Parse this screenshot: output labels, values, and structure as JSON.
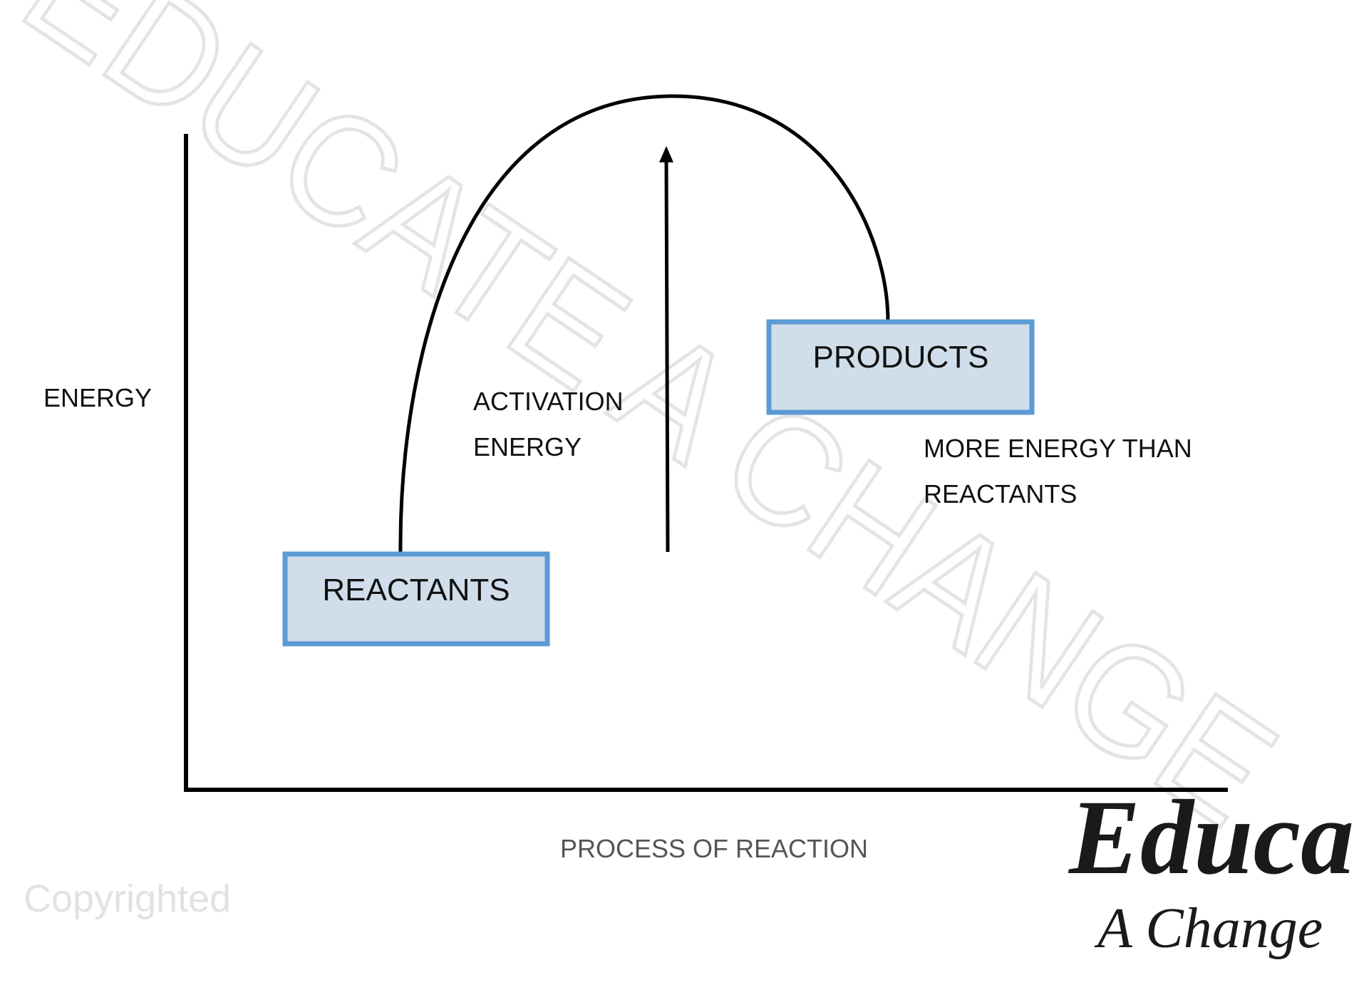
{
  "watermark": "EDUCATE A CHANGE",
  "copyright": "Copyrighted",
  "logo": {
    "line1": "Educate",
    "line2": "A Change"
  },
  "axes": {
    "y_label": "ENERGY",
    "x_label": "PROCESS OF REACTION"
  },
  "boxes": {
    "reactants": "REACTANTS",
    "products": "PRODUCTS"
  },
  "activation": {
    "line1": "ACTIVATION",
    "line2": "ENERGY"
  },
  "note": {
    "line1": "MORE ENERGY THAN",
    "line2": "REACTANTS"
  },
  "colors": {
    "box_fill": "#cfdeea",
    "box_border": "#5b9bd5",
    "line": "#000000",
    "watermark": "#e6e6e6"
  }
}
